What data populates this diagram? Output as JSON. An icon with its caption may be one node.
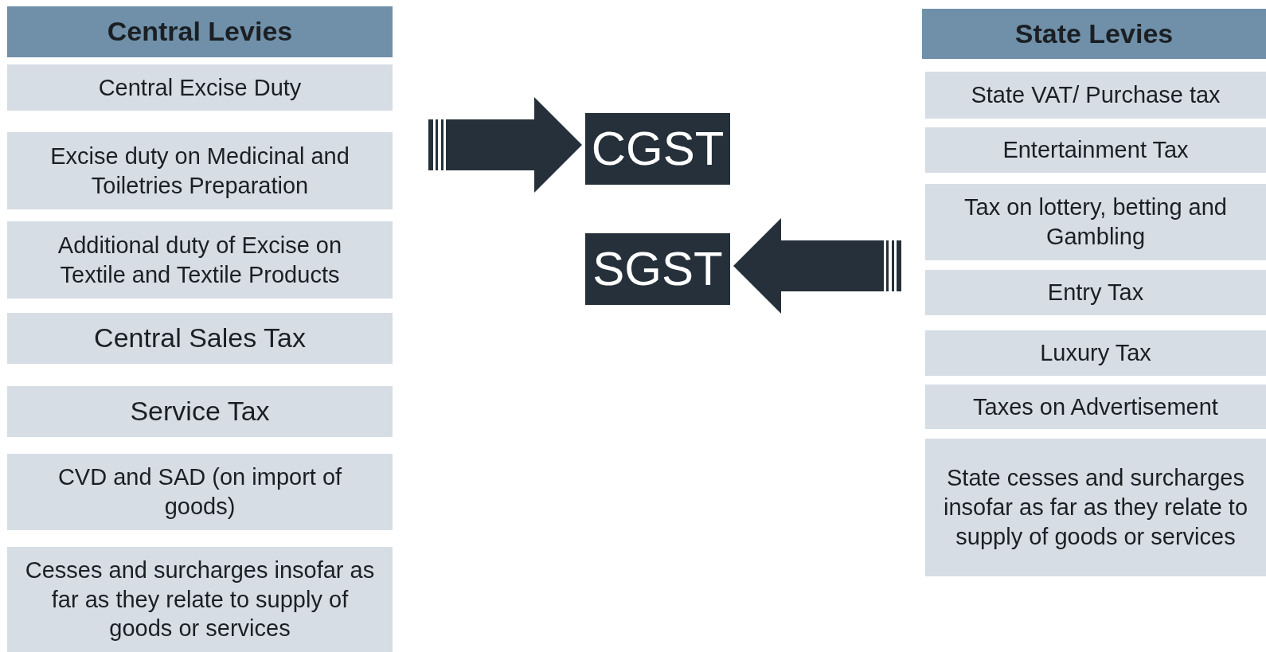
{
  "diagram": {
    "nodes": [
      {
        "text": [
          "Central Levies"
        ]
      },
      {
        "text": [
          "Central Excise Duty"
        ]
      },
      {
        "text": [
          "Excise duty on Medicinal and Toiletries Preparation"
        ]
      },
      {
        "text": [
          "Additional duty of Excise on Textile and Textile Products"
        ]
      },
      {
        "text": [
          "Central Sales Tax"
        ]
      },
      {
        "text": [
          "Service Tax"
        ]
      },
      {
        "text": [
          "CVD and SAD (on import of goods)"
        ]
      },
      {
        "text": [
          "Cesses and surcharges insofar as far as they relate to supply of goods or services"
        ]
      },
      {
        "text": [
          "CGST"
        ]
      },
      {
        "text": [
          "SGST"
        ]
      },
      {
        "text": [
          "State Levies"
        ]
      },
      {
        "text": [
          "State VAT/ Purchase tax"
        ]
      },
      {
        "text": [
          "Entertainment Tax"
        ]
      },
      {
        "text": [
          "Tax on lottery, betting and Gambling"
        ]
      },
      {
        "text": [
          "Entry Tax"
        ]
      },
      {
        "text": [
          "Luxury Tax"
        ]
      },
      {
        "text": [
          "Taxes on Advertisement"
        ]
      },
      {
        "text": [
          "State cesses and surcharges insofar as far as they relate to supply of goods or services"
        ]
      }
    ],
    "edges": [
      {
        "from": null,
        "to": 8,
        "arrow": "to"
      },
      {
        "from": null,
        "to": 9,
        "arrow": "to"
      }
    ]
  }
}
